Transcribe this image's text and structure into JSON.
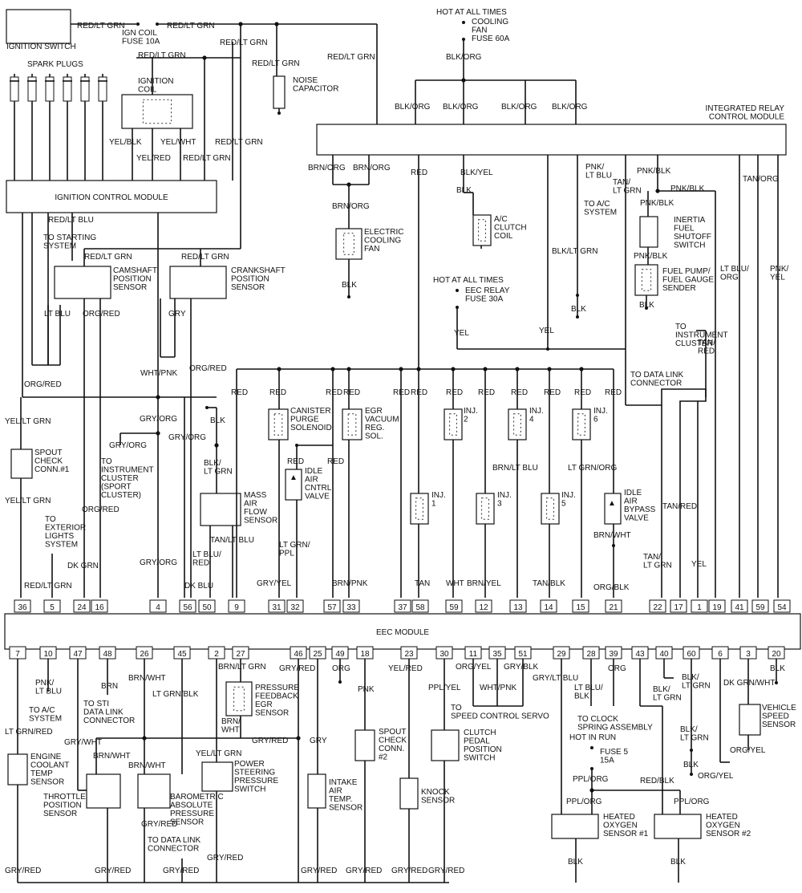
{
  "wire_colors": {
    "red_lt_grn": "RED/LT GRN",
    "blk_org": "BLK/ORG",
    "brn_org": "BRN/ORG",
    "red": "RED",
    "blk_yel": "BLK/YEL",
    "blk": "BLK",
    "pnk_lt_blu": "PNK/\nLT BLU",
    "pnk_blk": "PNK/BLK",
    "tan_lt_grn": "TAN/\nLT GRN",
    "tan_org": "TAN/ORG",
    "yel_blk": "YEL/BLK",
    "yel_red": "YEL/RED",
    "yel_wht": "YEL/WHT",
    "red_lt_blu": "RED/LT BLU",
    "lt_blu": "LT BLU",
    "org_red": "ORG/RED",
    "gry": "GRY",
    "wht_pnk": "WHT/PNK",
    "gry_org": "GRY/ORG",
    "yel_lt_grn": "YEL/LT GRN",
    "blk_lt_grn": "BLK/\nLT GRN",
    "tan_lt_blu": "TAN/LT BLU",
    "lt_blu_red": "LT BLU/\nRED",
    "dk_grn": "DK GRN",
    "dk_blu": "DK BLU",
    "lt_grn_ppl": "LT GRN/\nPPL",
    "gry_yel": "GRY/YEL",
    "brn_pnk": "BRN/PNK",
    "tan": "TAN",
    "wht": "WHT",
    "brn_yel": "BRN/YEL",
    "tan_blk": "TAN/BLK",
    "brn_lt_blu": "BRN/LT BLU",
    "lt_grn_org": "LT GRN/ORG",
    "brn_wht": "BRN/WHT",
    "org_blk": "ORG/BLK",
    "tan_red": "TAN/RED",
    "lt_blu_org": "LT BLU/\nORG",
    "pnk_yel": "PNK/\nYEL",
    "yel": "YEL",
    "blk_lt_grn_vert": "BLK/LT GRN",
    "tan_red2": "TAN/\nRED",
    "lt_grn_red": "LT GRN/RED",
    "brn": "BRN",
    "gry_wht": "GRY/WHT",
    "lt_grn_blk": "LT GRN/BLK",
    "brn_lt_grn": "BRN/LT GRN",
    "gry_red": "GRY/RED",
    "brn_wht2": "BRN/\nWHT",
    "yel_lt_grn2": "YEL/LT GRN",
    "org": "ORG",
    "pnk": "PNK",
    "yel_red2": "YEL/RED",
    "ppl_yel": "PPL/YEL",
    "org_yel": "ORG/YEL",
    "wht_pnk2": "WHT/PNK",
    "gry_blk": "GRY/BLK",
    "gry_lt_blu": "GRY/LT BLU",
    "lt_blu_blk": "LT BLU/\nBLK",
    "blk_lt_grn2": "BLK/\nLT GRN",
    "dk_grn_wht": "DK GRN/WHT",
    "ppl_org": "PPL/ORG",
    "red_blk": "RED/BLK",
    "org_yel2": "ORG/YEL"
  },
  "components": {
    "ignition_switch": "IGNITION SWITCH",
    "ign_coil_fuse": "IGN COIL\nFUSE 10A",
    "spark_plugs": "SPARK PLUGS",
    "ignition_coil": "IGNITION\nCOIL",
    "noise_capacitor": "NOISE\nCAPACITOR",
    "hot_at_all_times_1": "HOT AT ALL TIMES",
    "cooling_fan_fuse": "COOLING\nFAN\nFUSE 60A",
    "integrated_relay": "INTEGRATED RELAY\nCONTROL MODULE",
    "ignition_control_module": "IGNITION CONTROL MODULE",
    "to_starting_system": "TO STARTING\nSYSTEM",
    "electric_cooling_fan": "ELECTRIC\nCOOLING\nFAN",
    "ac_clutch_coil": "A/C\nCLUTCH\nCOIL",
    "to_ac_system_1": "TO A/C\nSYSTEM",
    "inertia_switch": "INERTIA\nFUEL\nSHUTOFF\nSWITCH",
    "fuel_pump": "FUEL PUMP/\nFUEL GAUGE\nSENDER",
    "camshaft_sensor": "CAMSHAFT\nPOSITION\nSENSOR",
    "crankshaft_sensor": "CRANKSHAFT\nPOSITION\nSENSOR",
    "hot_at_all_times_2": "HOT AT ALL TIMES",
    "eec_relay_fuse": "EEC RELAY\nFUSE 30A",
    "to_instrument_cluster_1": "TO\nINSTRUMENT\nCLUSTER",
    "to_data_link_connector_1": "TO DATA LINK\nCONNECTOR",
    "canister_purge": "CANISTER\nPURGE\nSOLENOID",
    "egr_vacuum": "EGR\nVACUUM\nREG.\nSOL.",
    "inj_1": "INJ.\n1",
    "inj_2": "INJ.\n2",
    "inj_3": "INJ.\n3",
    "inj_4": "INJ.\n4",
    "inj_5": "INJ.\n5",
    "inj_6": "INJ.\n6",
    "spout_check_1": "SPOUT\nCHECK\nCONN.#1",
    "to_instrument_cluster_sport": "TO\nINSTRUMENT\nCLUSTER\n(SPORT\nCLUSTER)",
    "maf_sensor": "MASS\nAIR\nFLOW\nSENSOR",
    "idle_air_control": "IDLE\nAIR\nCNTRL\nVALVE",
    "idle_air_bypass": "IDLE\nAIR\nBYPASS\nVALVE",
    "to_exterior_lights": "TO\nEXTERIOR\nLIGHTS\nSYSTEM",
    "eec_module": "EEC MODULE",
    "to_ac_system_2": "TO A/C\nSYSTEM",
    "to_sti": "TO STI\nDATA LINK\nCONNECTOR",
    "pressure_feedback_egr": "PRESSURE\nFEEDBACK\nEGR\nSENSOR",
    "engine_coolant_temp": "ENGINE\nCOOLANT\nTEMP\nSENSOR",
    "throttle_position": "THROTTLE\nPOSITION\nSENSOR",
    "barometric_sensor": "BAROMETRIC\nABSOLUTE\nPRESSURE\nSENSOR",
    "power_steering": "POWER\nSTEERING\nPRESSURE\nSWITCH",
    "to_data_link_connector_2": "TO DATA LINK\nCONNECTOR",
    "intake_air_temp": "INTAKE\nAIR\nTEMP.\nSENSOR",
    "spout_check_2": "SPOUT\nCHECK\nCONN.\n#2",
    "knock_sensor": "KNOCK\nSENSOR",
    "to_speed_control": "TO\nSPEED CONTROL SERVO",
    "clutch_pedal": "CLUTCH\nPEDAL\nPOSITION\nSWITCH",
    "to_clock_spring": "TO CLOCK\nSPRING ASSEMBLY",
    "hot_in_run": "HOT IN RUN",
    "fuse_5": "FUSE 5\n15A",
    "vehicle_speed": "VEHICLE\nSPEED\nSENSOR",
    "ho2s_1": "HEATED\nOXYGEN\nSENSOR #1",
    "ho2s_2": "HEATED\nOXYGEN\nSENSOR #2"
  },
  "eec_pins_top": [
    "36",
    "5",
    "24",
    "16",
    "4",
    "56",
    "50",
    "9",
    "31",
    "32",
    "57",
    "33",
    "37",
    "58",
    "59",
    "12",
    "13",
    "14",
    "15",
    "21",
    "22",
    "17",
    "1",
    "19",
    "41",
    "59",
    "54"
  ],
  "eec_pins_bottom": [
    "7",
    "10",
    "47",
    "48",
    "26",
    "45",
    "2",
    "27",
    "46",
    "25",
    "49",
    "18",
    "23",
    "30",
    "11",
    "35",
    "51",
    "29",
    "28",
    "39",
    "43",
    "40",
    "60",
    "6",
    "3",
    "20"
  ]
}
